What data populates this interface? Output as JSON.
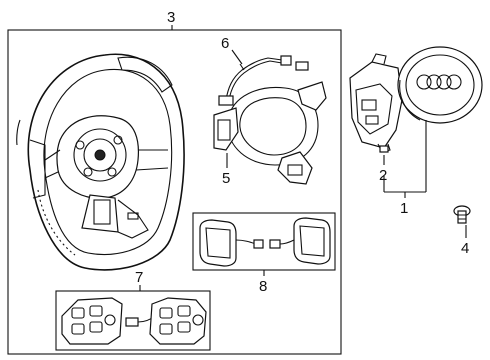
{
  "callouts": {
    "c1": "1",
    "c2": "2",
    "c3": "3",
    "c4": "4",
    "c5": "5",
    "c6": "6",
    "c7": "7",
    "c8": "8"
  },
  "logo_text": "Audi rings"
}
